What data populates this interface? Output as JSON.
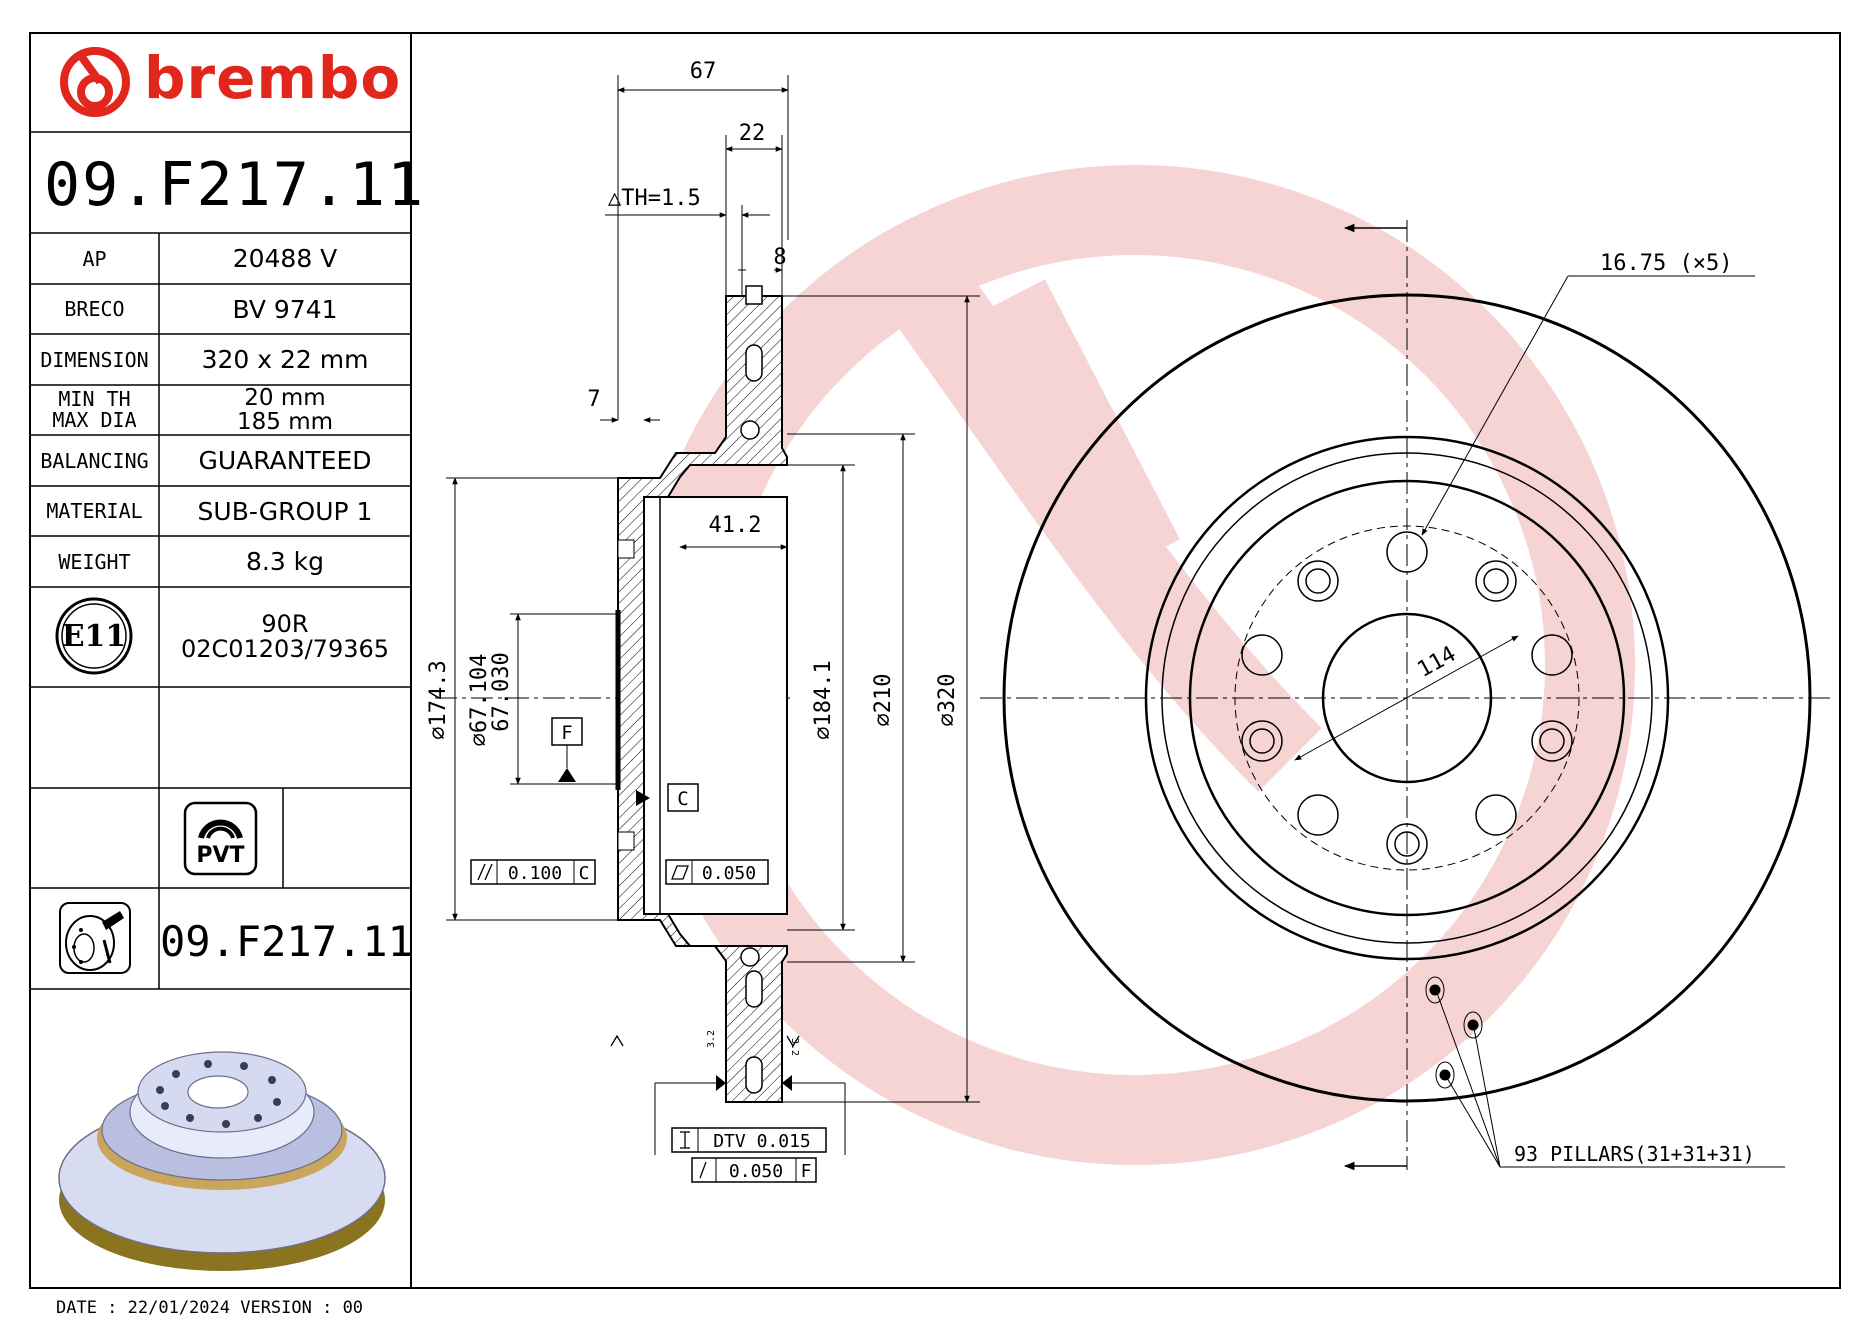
{
  "brand": {
    "name": "brembo",
    "color": "#e1261c"
  },
  "part_number": "09.F217.11",
  "specs": [
    {
      "label": "AP",
      "value": "20488 V"
    },
    {
      "label": "BRECO",
      "value": "BV 9741"
    },
    {
      "label": "DIMENSION",
      "value": "320 x 22 mm"
    },
    {
      "label": [
        "MIN TH",
        "MAX DIA"
      ],
      "value": [
        "20 mm",
        "185 mm"
      ]
    },
    {
      "label": "BALANCING",
      "value": "GUARANTEED"
    },
    {
      "label": "MATERIAL",
      "value": "SUB-GROUP 1"
    },
    {
      "label": "WEIGHT",
      "value": "8.3 kg"
    }
  ],
  "approval": {
    "mark": "E11",
    "line1": "90R",
    "line2": "02C01203/79365"
  },
  "pvt_badge": "PVT",
  "footer": "DATE : 22/01/2024 VERSION : 00",
  "section_dims": {
    "overall_height": "67",
    "thickness": "22",
    "th": "△TH=1.5",
    "vent": "8",
    "flange": "7",
    "hat": "41.2",
    "d_bolt_circle": "174.3",
    "d_center_bore_max": "67.104",
    "d_center_bore_min": "67.030",
    "d_hat": "184.1",
    "d_inner_track": "210",
    "d_outer": "320",
    "datum_f": "F",
    "datum_c": "C",
    "tol_parallel": "0.100",
    "tol_parallel_ref": "C",
    "tol_flatness": "0.050",
    "dtv": "DTV 0.015",
    "runout": "0.050",
    "runout_ref": "F",
    "roughness": "3.2"
  },
  "front_view": {
    "hole_dia": "16.75 (×5)",
    "pcd": "114",
    "pillars": "93 PILLARS(31+31+31)"
  },
  "watermark_color": "#f3c4c4"
}
